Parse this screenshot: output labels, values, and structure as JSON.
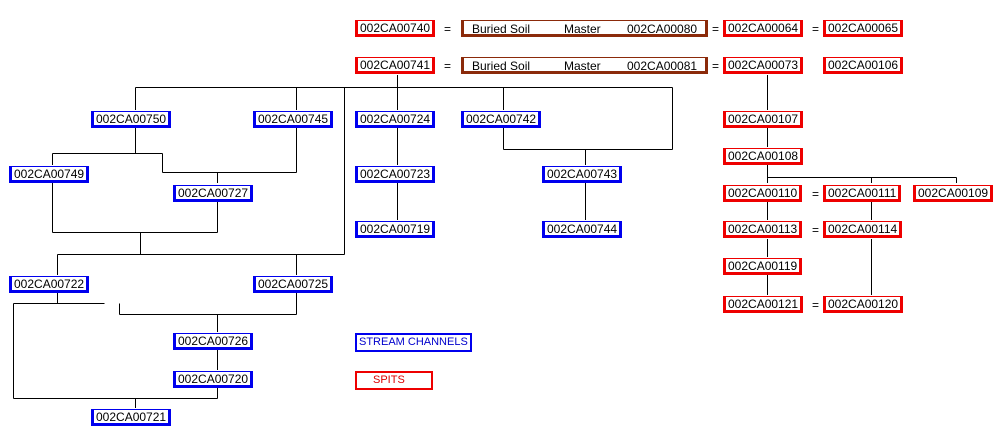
{
  "nodes": {
    "n740": "002CA00740",
    "n741": "002CA00741",
    "n80": "002CA00080",
    "n81": "002CA00081",
    "n64": "002CA00064",
    "n65": "002CA00065",
    "n73": "002CA00073",
    "n106": "002CA00106",
    "n750": "002CA00750",
    "n745": "002CA00745",
    "n724": "002CA00724",
    "n742": "002CA00742",
    "n749": "002CA00749",
    "n727": "002CA00727",
    "n723": "002CA00723",
    "n743": "002CA00743",
    "n719": "002CA00719",
    "n744": "002CA00744",
    "n722": "002CA00722",
    "n725": "002CA00725",
    "n726": "002CA00726",
    "n720": "002CA00720",
    "n721": "002CA00721",
    "n107": "002CA00107",
    "n108": "002CA00108",
    "n110": "002CA00110",
    "n111": "002CA00111",
    "n109": "002CA00109",
    "n113": "002CA00113",
    "n114": "002CA00114",
    "n119": "002CA00119",
    "n121": "002CA00121",
    "n120": "002CA00120"
  },
  "buried_soil": {
    "label": "Buried Soil",
    "type": "Master"
  },
  "equals": "=",
  "legend": {
    "stream_channels": "STREAM CHANNELS",
    "spits": "SPITS"
  },
  "colors": {
    "stream_channels": "#0000ee",
    "spits": "#ee0000",
    "buried_soil": "#8b2a0a"
  }
}
